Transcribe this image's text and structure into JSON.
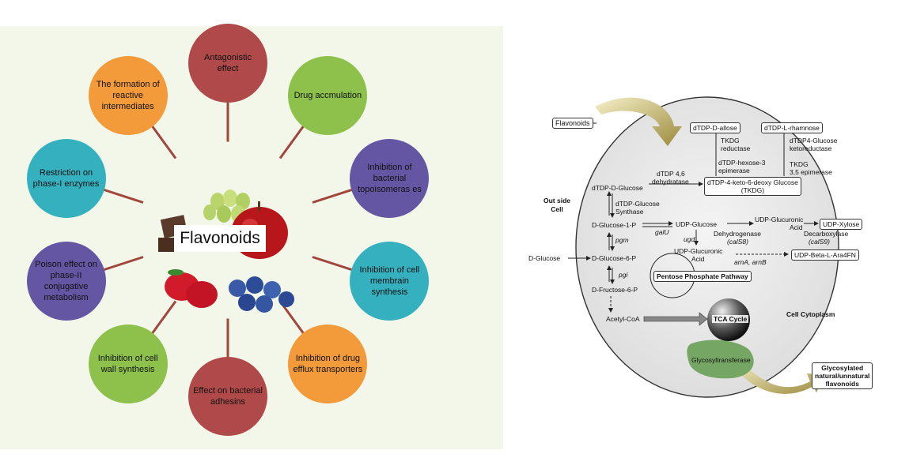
{
  "left": {
    "center": "Flavonoids",
    "nodes": [
      {
        "label": "Antagonistic effect",
        "color": "#b04a4a"
      },
      {
        "label": "Drug accmulation",
        "color": "#8dc14b"
      },
      {
        "label": "Inhibition of bacterial topoisomeras es",
        "color": "#6556a3"
      },
      {
        "label": "Inhibition of cell membrain synthesis",
        "color": "#35b0bf"
      },
      {
        "label": "Inhibition of drug efflux transporters",
        "color": "#f39a3a"
      },
      {
        "label": "Effect on bacterial adhesins",
        "color": "#b04a4a"
      },
      {
        "label": "Inhibition of cell wall synthesis",
        "color": "#8dc14b"
      },
      {
        "label": "Poison effect on phase-II conjugative metabolism",
        "color": "#6556a3"
      },
      {
        "label": "Restriction on phase-I enzymes",
        "color": "#35b0bf"
      },
      {
        "label": "The formation of reactive intermediates",
        "color": "#f39a3a"
      }
    ]
  },
  "right": {
    "flavonoids": "Flavonoids",
    "outside_cell": "Out side Cell",
    "cell_cytoplasm": "Cell Cytoplasm",
    "dtdp_d_glucose": "dTDP-D-Glucose",
    "dtdp46": "dTDP 4,6",
    "dehydratase": "dehydratase",
    "tkdg_box": "dTDP-4-keto-6-deoxy Glucose",
    "tkdg_box2": "(TKDG)",
    "dtdp_allose": "dTDP-D-allose",
    "dtdp_rhamnose": "dTDP-L-rhamnose",
    "tkdg_reductase1": "TKDG",
    "tkdg_reductase2": "reductase",
    "hexose1": "dTDP-hexose-3",
    "hexose2": "epimerase",
    "dtdp4_1": "dTDP4-Glucose",
    "dtdp4_2": "ketoreductase",
    "tkdg_epim1": "TKDG",
    "tkdg_epim2": "3,5 epimerase",
    "dtdp_synth1": "dTDP-Glucose",
    "dtdp_synth2": "Synthase",
    "d_glucose_1p": "D-Glucose-1-P",
    "galu": "galU",
    "udp_glucose": "UDP-Glucose",
    "udp_glucuronic1": "UDP-Glucuronic",
    "udp_glucuronic2": "Acid",
    "udp_xylose": "UDP-Xylose",
    "pgm": "pgm",
    "ugd": "ugd",
    "dehydrogenase": "Dehydrogenase",
    "cals8": "(calS8)",
    "decarboxylase": "Decarboxylase",
    "cals9": "(calS9)",
    "udp_gluc_acid1": "UDP-Glucuronic",
    "udp_gluc_acid2": "Acid",
    "arna": "arnA, arnB",
    "udp_beta": "UDP-Beta-L-Ara4FN",
    "d_glucose": "D-Glucose",
    "d_glucose_6p": "D-Glucose-6-P",
    "pgi": "pgi",
    "pentose": "Pentose Phosphate Pathway",
    "d_fructose_6p": "D-Fructose-6-P",
    "acetyl_coa": "Acetyl-CoA",
    "tca": "TCA Cycle",
    "glycosyltransferase": "Glycosyltransferase",
    "glyco_out1": "Glycosylated",
    "glyco_out2": "natural/unnatural",
    "glyco_out3": "flavonoids"
  }
}
